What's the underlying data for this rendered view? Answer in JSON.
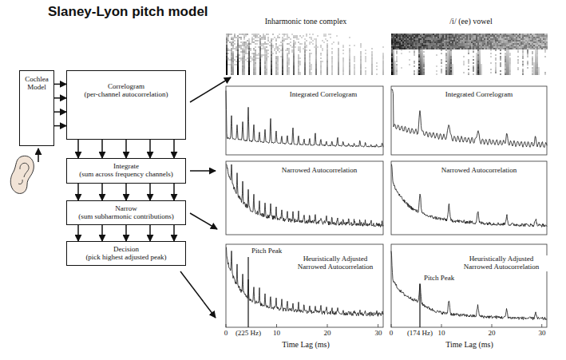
{
  "diagram": {
    "title": "Slaney-Lyon pitch model",
    "nodes": [
      {
        "text": [
          "Cochlea Model"
        ]
      },
      {
        "text": [
          "Correlogram",
          "(per-channel autocorrelation)"
        ]
      },
      {
        "text": [
          "Integrate",
          "(sum across frequency channels)"
        ]
      },
      {
        "text": [
          "Narrow",
          "(sum subharmonic contributions)"
        ]
      },
      {
        "text": [
          "Decision",
          "(pick highest adjusted peak)"
        ]
      }
    ],
    "edges": [
      {
        "from": 0,
        "to": 1,
        "arrow": "to"
      },
      {
        "from": 0,
        "to": 1,
        "arrow": "to"
      },
      {
        "from": 0,
        "to": 1,
        "arrow": "to"
      },
      {
        "from": 0,
        "to": 1,
        "arrow": "to"
      },
      {
        "from": 1,
        "to": 2,
        "arrow": "to"
      },
      {
        "from": 1,
        "to": 2,
        "arrow": "to"
      },
      {
        "from": 1,
        "to": 2,
        "arrow": "to"
      },
      {
        "from": 1,
        "to": 2,
        "arrow": "to"
      },
      {
        "from": 1,
        "to": 2,
        "arrow": "to"
      },
      {
        "from": 2,
        "to": 3,
        "arrow": "to"
      },
      {
        "from": 2,
        "to": 3,
        "arrow": "to"
      },
      {
        "from": 2,
        "to": 3,
        "arrow": "to"
      },
      {
        "from": 2,
        "to": 3,
        "arrow": "to"
      },
      {
        "from": 2,
        "to": 3,
        "arrow": "to"
      },
      {
        "from": 3,
        "to": 4,
        "arrow": "to"
      },
      {
        "from": 3,
        "to": 4,
        "arrow": "to"
      },
      {
        "from": 3,
        "to": 4,
        "arrow": "to"
      },
      {
        "from": 3,
        "to": 4,
        "arrow": "to"
      },
      {
        "from": 3,
        "to": 4,
        "arrow": "to"
      }
    ],
    "labels": [
      "Inharmonic tone complex",
      "/i/ (ee) vowel",
      "Integrated Correlogram",
      "Integrated Correlogram",
      "Narrowed Autocorrelation",
      "Narrowed Autocorrelation",
      "Pitch Peak",
      "Heuristically Adjusted Narrowed Autocorrelation",
      "Pitch Peak",
      "Heuristically Adjusted Narrowed Autocorrelation",
      "0",
      "(225 Hz)",
      "10",
      "20",
      "30",
      "Time Lag (ms)",
      "0",
      "(174 Hz)",
      "10",
      "20",
      "30",
      "Time Lag (ms)"
    ]
  }
}
